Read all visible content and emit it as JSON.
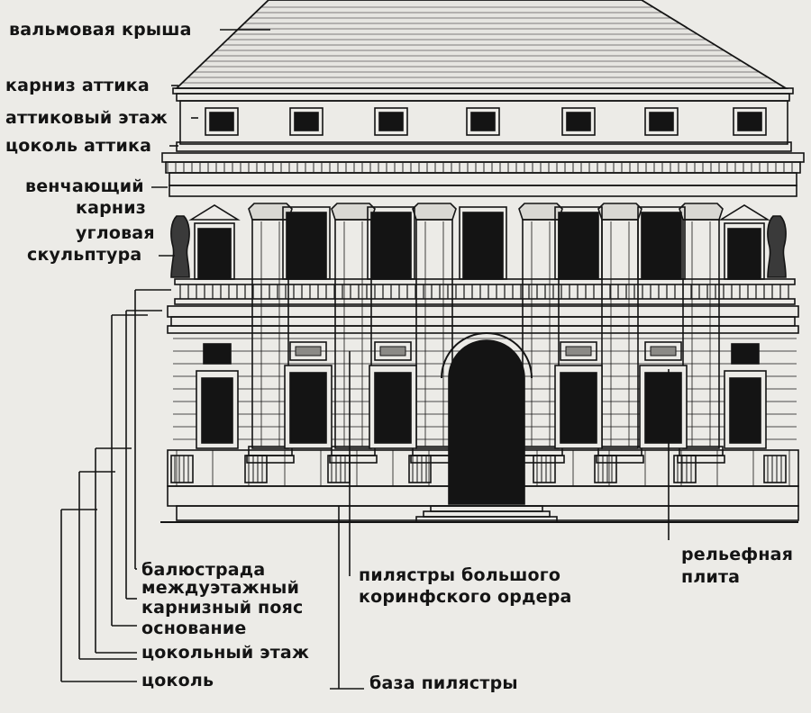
{
  "labels": {
    "hip_roof": "вальмовая крыша",
    "attic_cornice": "карниз аттика",
    "attic_storey": "аттиковый этаж",
    "attic_plinth": "цоколь аттика",
    "crowning_cornice_1": "венчающий",
    "crowning_cornice_2": "карниз",
    "corner_sculpture_1": "угловая",
    "corner_sculpture_2": "скульптура",
    "balustrade": "балюстрада",
    "interfloor_1": "междуэтажный",
    "interfloor_2": "карнизный пояс",
    "base": "основание",
    "basement_floor": "цокольный этаж",
    "plinth": "цоколь",
    "pilasters_1": "пилястры большого",
    "pilasters_2": "коринфского ордера",
    "pilaster_base": "база пилястры",
    "relief_panel_1": "рельефная",
    "relief_panel_2": "плита"
  },
  "colors": {
    "ink": "#141414",
    "paper": "#ecebe7"
  }
}
